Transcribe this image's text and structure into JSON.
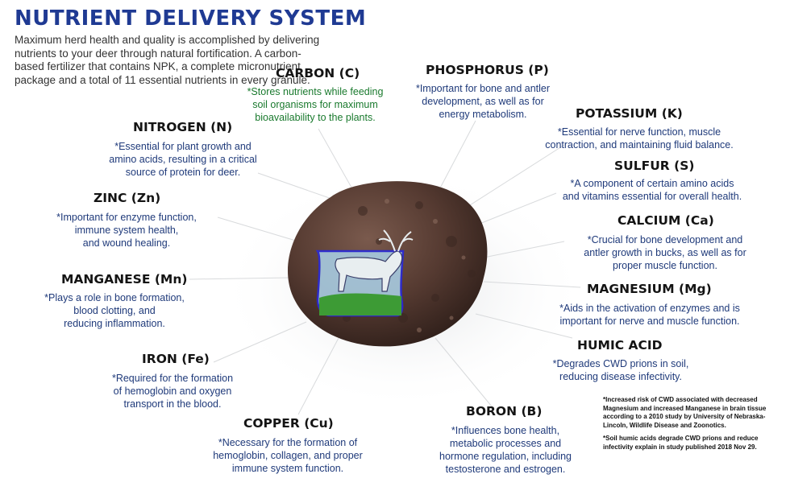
{
  "title": "NUTRIENT DELIVERY SYSTEM",
  "intro": "Maximum herd health and quality is accomplished by delivering nutrients to your deer through natural fortification. A carbon-based fertilizer that contains NPK, a complete micronutrient package and a total of 11 essential nutrients in every granule.",
  "nutrients": {
    "carbon": {
      "heading": "CARBON (C)",
      "desc": [
        "*Stores nutrients while feeding",
        "soil organisms for maximum",
        "bioavailability to the plants."
      ]
    },
    "phosphorus": {
      "heading": "PHOSPHORUS (P)",
      "desc": [
        "*Important for bone and antler",
        "development, as well as for",
        "energy metabolism."
      ]
    },
    "potassium": {
      "heading": "POTASSIUM (K)",
      "desc": [
        "*Essential for nerve function, muscle",
        "contraction, and maintaining fluid balance."
      ]
    },
    "nitrogen": {
      "heading": "NITROGEN (N)",
      "desc": [
        "*Essential for plant growth and",
        "amino acids, resulting in a critical",
        "source of protein for deer."
      ]
    },
    "sulfur": {
      "heading": "SULFUR (S)",
      "desc": [
        "*A component of certain amino acids",
        "and vitamins essential for overall health."
      ]
    },
    "zinc": {
      "heading": "ZINC (Zn)",
      "desc": [
        "*Important for enzyme function,",
        "immune system health,",
        "and wound healing."
      ]
    },
    "calcium": {
      "heading": "CALCIUM (Ca)",
      "desc": [
        "*Crucial for bone development and",
        "antler growth in bucks, as well as for",
        "proper muscle function."
      ]
    },
    "manganese": {
      "heading": "MANGANESE (Mn)",
      "desc": [
        "*Plays a role in bone formation,",
        "blood clotting, and",
        "reducing inflammation."
      ]
    },
    "magnesium": {
      "heading": "MAGNESIUM (Mg)",
      "desc": [
        "*Aids in the activation of enzymes and is",
        "important for nerve and muscle function."
      ]
    },
    "humic": {
      "heading": "HUMIC ACID",
      "desc": [
        "*Degrades CWD prions in soil,",
        "reducing disease infectivity."
      ]
    },
    "iron": {
      "heading": "IRON (Fe)",
      "desc": [
        "*Required for the formation",
        "of hemoglobin and oxygen",
        "transport in the blood."
      ]
    },
    "boron": {
      "heading": "BORON (B)",
      "desc": [
        "*Influences bone health,",
        "metabolic processes and",
        "hormone regulation, including",
        "testosterone and estrogen."
      ]
    },
    "copper": {
      "heading": "COPPER (Cu)",
      "desc": [
        "*Necessary for the formation of",
        "hemoglobin, collagen, and proper",
        "immune system function."
      ]
    }
  },
  "notes": [
    "*Increased risk of CWD associated with decreased Magnesium and increased Manganese in brain tissue according to a 2010 study by University of Nebraska-Lincoln, Wildlife Disease and Zoonotics.",
    "*Soil humic acids degrade CWD prions and reduce infectivity explain in study published 2018 Nov 29."
  ],
  "colors": {
    "title": "#1f3a93",
    "desc": "#1f3a7a",
    "carbon_desc": "#1a7a2e",
    "granule": "#5a3f35"
  }
}
